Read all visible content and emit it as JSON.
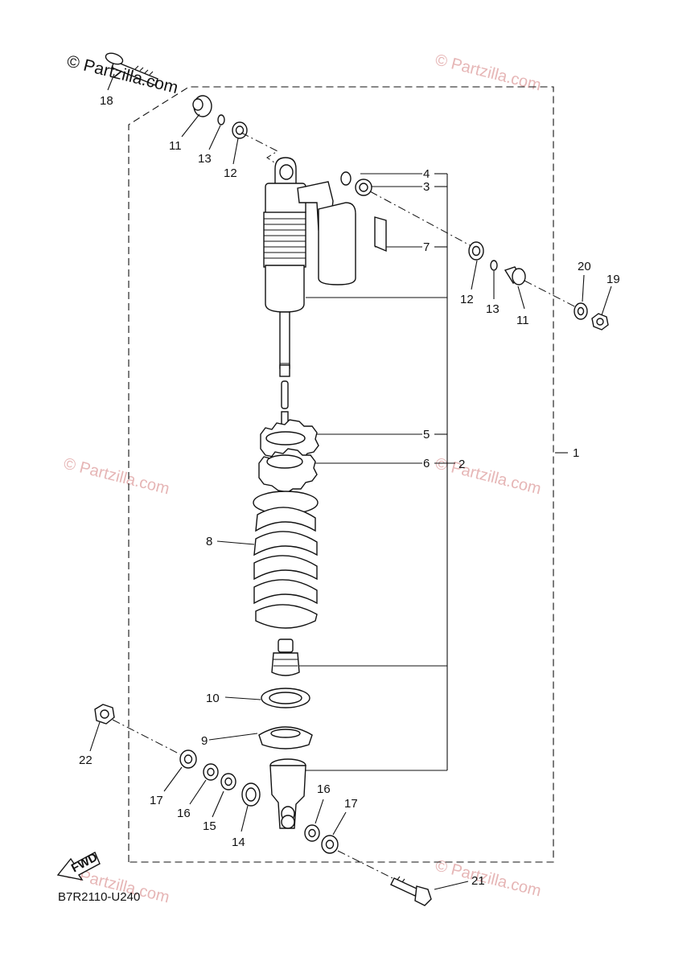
{
  "watermarks": {
    "main": "© Partzilla.com",
    "repeat": "© Partzilla.com"
  },
  "diagram_code": "B7R2110-U240",
  "fwd_label": "FWD",
  "callouts": {
    "p1": "1",
    "p2": "2",
    "p3": "3",
    "p4": "4",
    "p5": "5",
    "p6": "6",
    "p7": "7",
    "p8": "8",
    "p9": "9",
    "p10": "10",
    "p11a": "11",
    "p11b": "11",
    "p12a": "12",
    "p12b": "12",
    "p13a": "13",
    "p13b": "13",
    "p14": "14",
    "p15": "15",
    "p16a": "16",
    "p16b": "16",
    "p17a": "17",
    "p17b": "17",
    "p18": "18",
    "p19": "19",
    "p20": "20",
    "p21": "21",
    "p22": "22"
  },
  "colors": {
    "line": "#111111",
    "watermark": "#e6b6b6"
  }
}
